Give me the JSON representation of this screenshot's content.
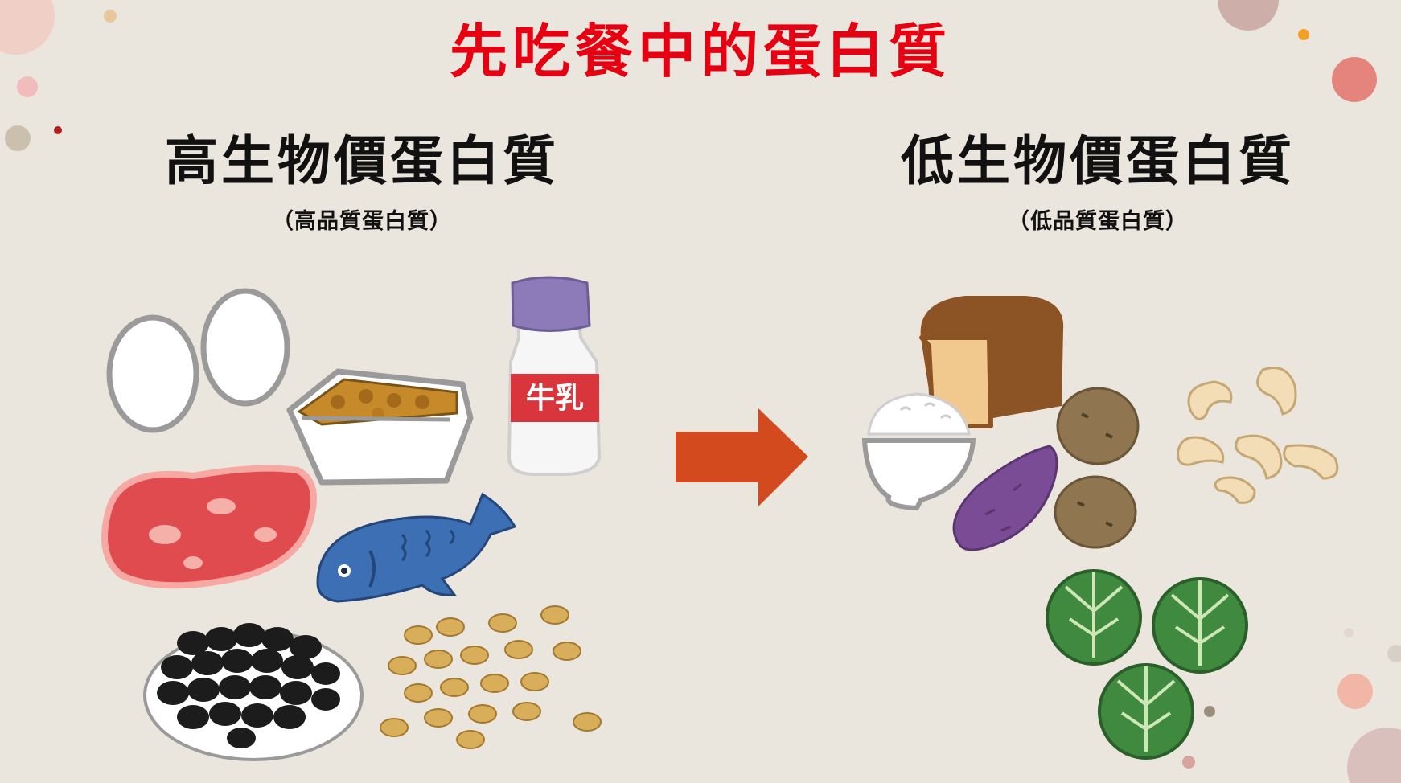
{
  "slide": {
    "title": "先吃餐中的蛋白質",
    "title_color": "#e60012",
    "arrow_color": "#d24a1e"
  },
  "left": {
    "heading": "高生物價蛋白質",
    "subheading": "（高品質蛋白質）",
    "foods": [
      "eggs-icon",
      "natto-icon",
      "milk-bottle-icon",
      "red-meat-icon",
      "blue-fish-icon",
      "black-beans-icon",
      "soybeans-icon"
    ],
    "milk_label": "牛乳"
  },
  "right": {
    "heading": "低生物價蛋白質",
    "subheading": "（低品質蛋白質）",
    "foods": [
      "bread-loaf-icon",
      "rice-bowl-icon",
      "sweet-potato-icon",
      "taro-icon",
      "cashew-nuts-icon",
      "cabbage-icon"
    ]
  }
}
